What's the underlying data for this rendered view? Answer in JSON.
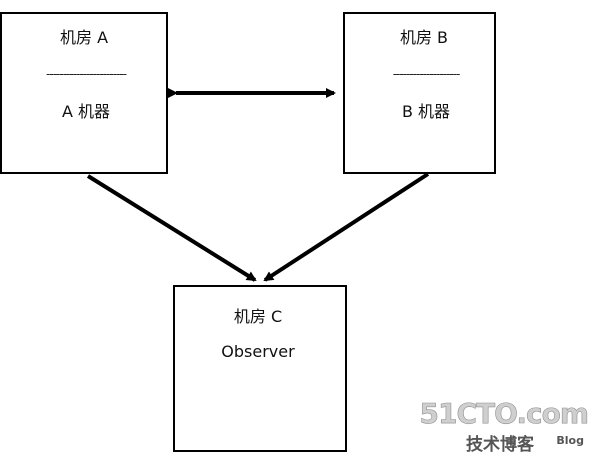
{
  "diagram": {
    "room_a": {
      "title": "机房 A",
      "divider": "------------------------",
      "machine": "A 机器"
    },
    "room_b": {
      "title": "机房 B",
      "divider": "--------------------",
      "machine": "B 机器"
    },
    "room_c": {
      "title": "机房 C",
      "role": "Observer"
    }
  },
  "watermark": {
    "logo": "51CTO.com",
    "subtitle": "技术博客",
    "blog": "Blog"
  }
}
